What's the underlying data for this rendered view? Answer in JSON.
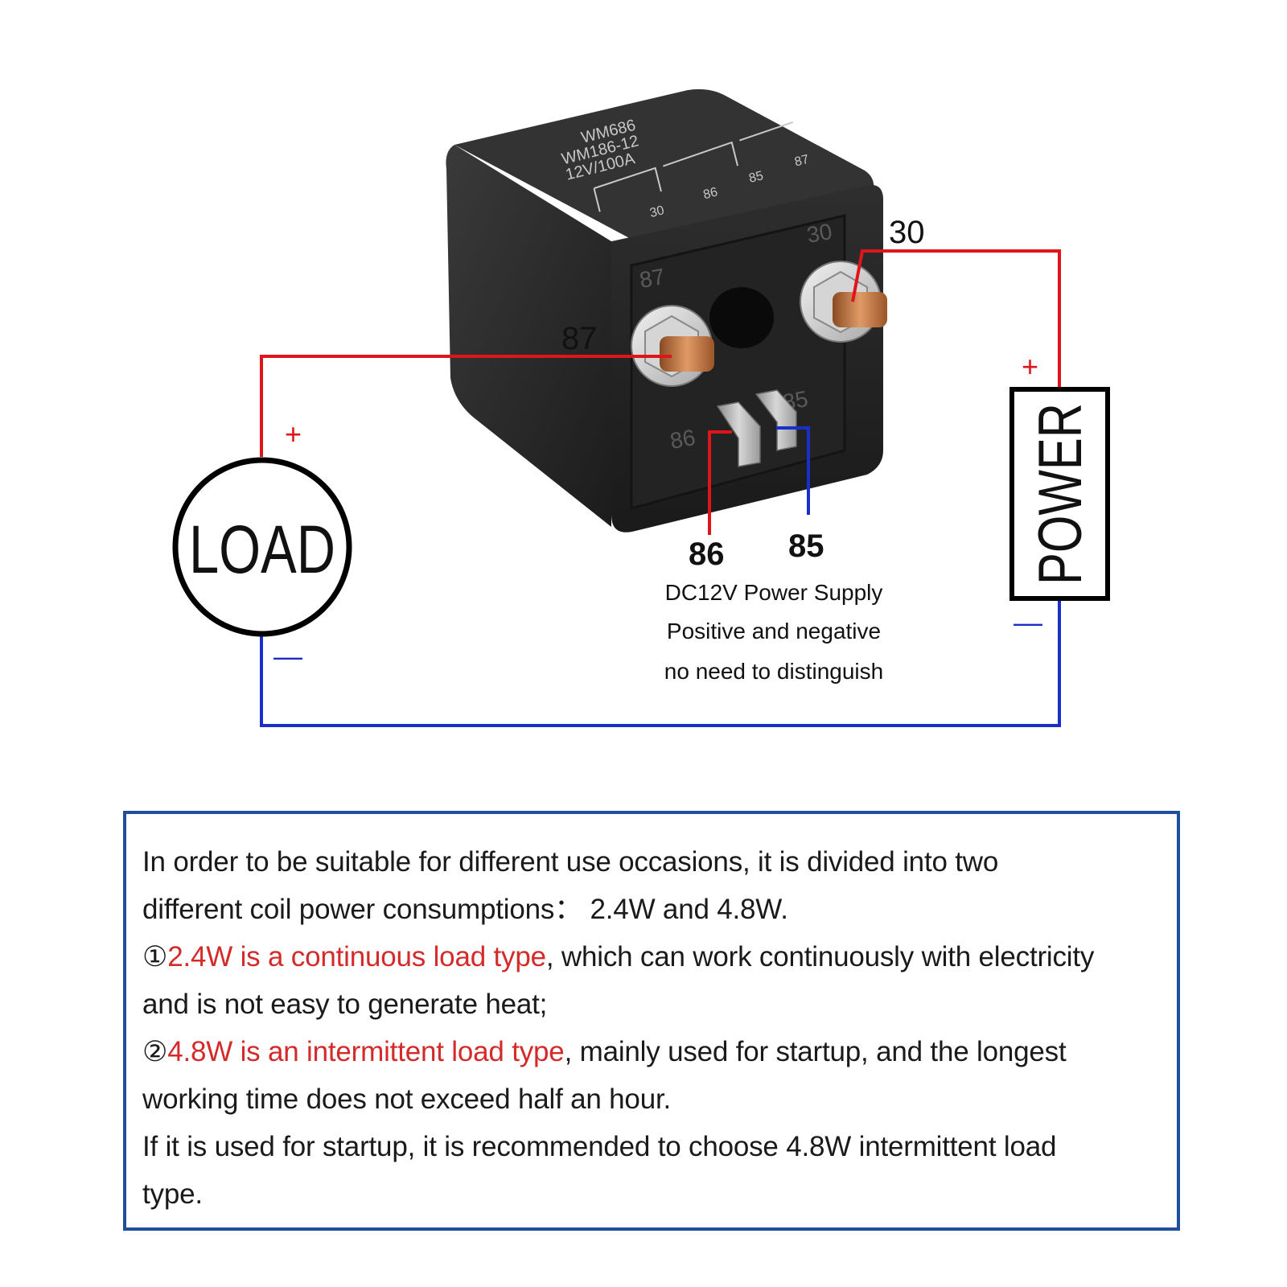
{
  "relay": {
    "top_label_line1": "WM686",
    "top_label_line2": "WM186-12",
    "top_label_line3": "12V/100A",
    "top_pins": [
      "30",
      "86",
      "85",
      "87"
    ],
    "face_pin_30": "30",
    "face_pin_87": "87",
    "face_pin_85": "85",
    "face_pin_86": "86"
  },
  "terminals": {
    "t30": "30",
    "t87": "87",
    "t86": "86",
    "t85": "85"
  },
  "load": {
    "label": "LOAD",
    "plus": "+",
    "minus": "—"
  },
  "power": {
    "label": "POWER",
    "plus": "+",
    "minus": "—"
  },
  "coil_note": {
    "line1": "DC12V Power Supply",
    "line2": "Positive and negative",
    "line3": "no need to distinguish"
  },
  "description": {
    "line1": "In order to be suitable for different use occasions, it is divided into two",
    "line2": "different coil power consumptions：  2.4W and 4.8W.",
    "line3_marker": "①",
    "line3_highlight": "2.4W is a continuous load type",
    "line3_rest": ", which can work continuously with electricity",
    "line4": "and is not easy to generate heat;",
    "line5_marker": "②",
    "line5_highlight": "4.8W is an intermittent load type",
    "line5_rest": ", mainly used for startup, and the longest",
    "line6": "working time does not exceed half an hour.",
    "line7": "If it is used for startup, it is recommended to choose  4.8W intermittent load",
    "line8": "type."
  },
  "colors": {
    "positive_wire": "#e0151b",
    "negative_wire": "#1a2fc8",
    "box_border": "#1f4e9c",
    "highlight_text": "#d42a2a"
  }
}
